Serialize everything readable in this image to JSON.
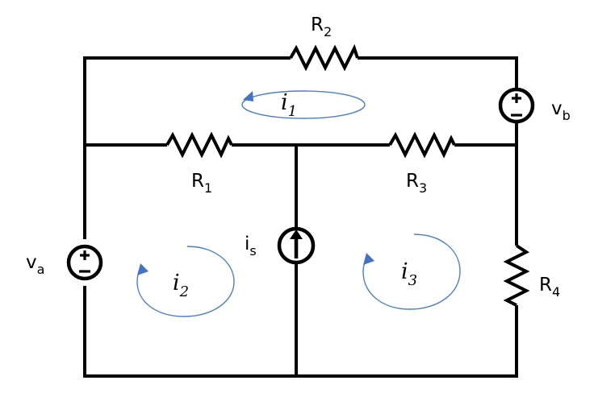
{
  "resistors": {
    "r1": {
      "letter": "R",
      "index": "1"
    },
    "r2": {
      "letter": "R",
      "index": "2"
    },
    "r3": {
      "letter": "R",
      "index": "3"
    },
    "r4": {
      "letter": "R",
      "index": "4"
    }
  },
  "sources": {
    "va": {
      "letter": "v",
      "index": "a",
      "plus": "+",
      "minus": "−"
    },
    "vb": {
      "letter": "v",
      "index": "b",
      "plus": "+",
      "minus": "−"
    },
    "is": {
      "letter": "i",
      "index": "s"
    }
  },
  "mesh_currents": {
    "i1": {
      "letter": "i",
      "index": "1"
    },
    "i2": {
      "letter": "i",
      "index": "2"
    },
    "i3": {
      "letter": "i",
      "index": "3"
    }
  },
  "colors": {
    "wire": "#000000",
    "loop_arrow": "#4472c4"
  }
}
